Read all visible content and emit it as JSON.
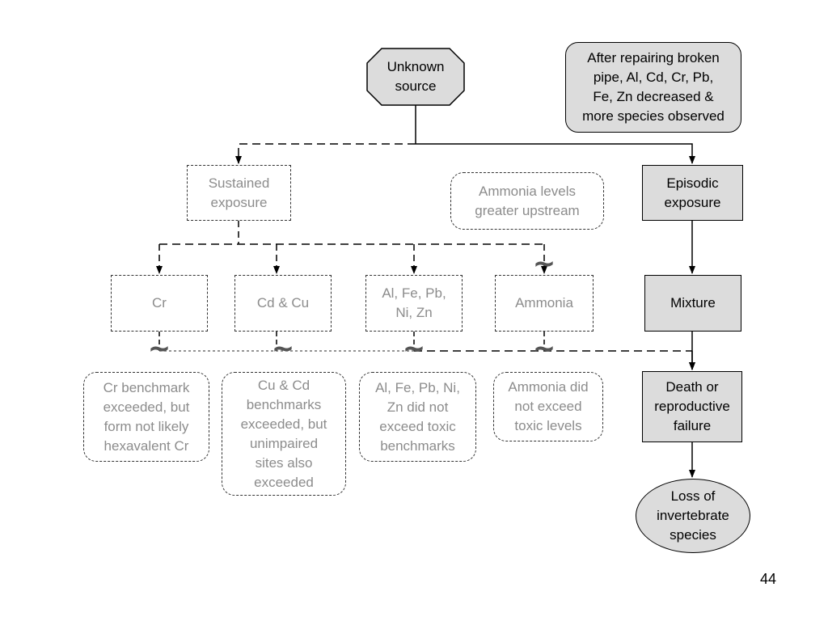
{
  "nodes": {
    "unknown_source": "Unknown\nsource",
    "repair_note": "After repairing broken\npipe, Al, Cd, Cr,  Pb,\nFe, Zn decreased &\nmore species observed",
    "sustained_exposure": "Sustained\nexposure",
    "ammonia_upstream": "Ammonia levels\ngreater upstream",
    "episodic_exposure": "Episodic\nexposure",
    "cr": "Cr",
    "cd_cu": "Cd & Cu",
    "al_fe_pb_ni_zn": "Al, Fe, Pb,\nNi, Zn",
    "ammonia": "Ammonia",
    "mixture": "Mixture",
    "cr_benchmark": "Cr benchmark\nexceeded, but\nform not likely\nhexavalent Cr",
    "cu_cd_benchmarks": "Cu & Cd\nbenchmarks\nexceeded, but\nunimpaired\nsites also\nexceeded",
    "metals_not_toxic": "Al, Fe, Pb, Ni,\nZn did not\nexceed toxic\nbenchmarks",
    "ammonia_not_toxic": "Ammonia did\nnot exceed\ntoxic levels",
    "death_failure": "Death or\nreproductive\nfailure",
    "loss_species": "Loss of\ninvertebrate\nspecies"
  },
  "weakened_symbol": "~",
  "page_number": "44",
  "colors": {
    "shaded_fill": "#dcdcdc",
    "dim_text": "#8c8c8c",
    "line": "#000000"
  }
}
